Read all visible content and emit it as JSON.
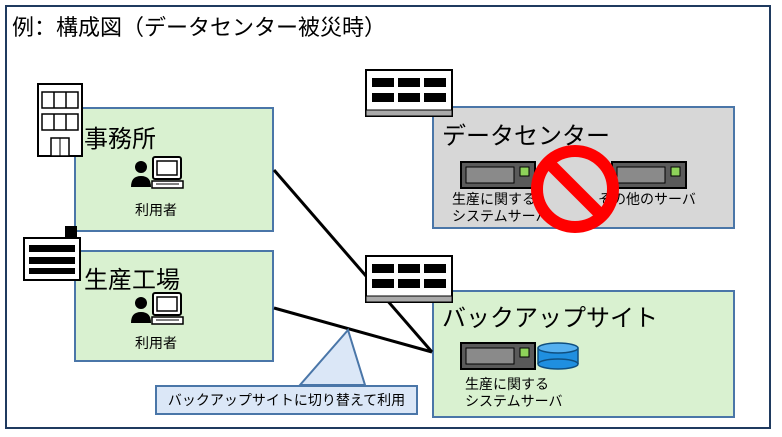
{
  "title": "例：構成図（データセンター被災時）",
  "office": {
    "label": "事務所",
    "user_label": "利用者"
  },
  "factory": {
    "label": "生産工場",
    "user_label": "利用者"
  },
  "datacenter": {
    "label": "データセンター",
    "server1_label": "生産に関する\nシステムサーバ",
    "server2_label": "その他のサーバ"
  },
  "backup_site": {
    "label": "バックアップサイト",
    "server_label": "生産に関する\nシステムサーバ"
  },
  "callout": "バックアップサイトに切り替えて利用",
  "colors": {
    "site_fill": "#d9f1d0",
    "dc_fill": "#d7d7d7",
    "border": "#4a76a8",
    "prohibit": "#ff0000",
    "db": "#1f8fe0"
  }
}
